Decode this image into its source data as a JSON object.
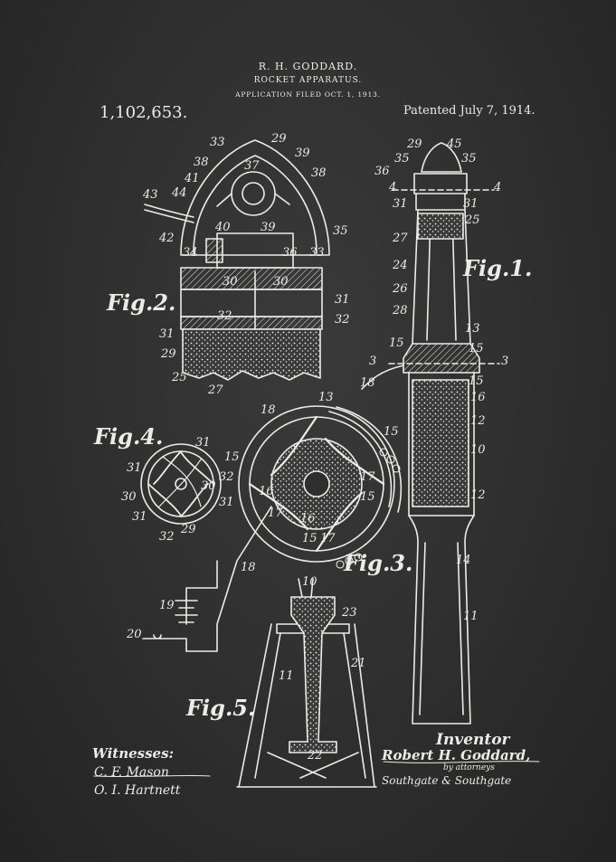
{
  "header": {
    "inventor_line": "R. H. GODDARD.",
    "title": "ROCKET APPARATUS.",
    "application": "APPLICATION FILED OCT. 1, 1913."
  },
  "patent_number": "1,102,653.",
  "patented_date": "Patented July 7, 1914.",
  "figures": {
    "fig1": "Fig.1.",
    "fig2": "Fig.2.",
    "fig3": "Fig.3.",
    "fig4": "Fig.4.",
    "fig5": "Fig.5."
  },
  "witnesses": {
    "heading": "Witnesses:",
    "names": [
      "C. F. Mason",
      "O. I. Hartnett"
    ]
  },
  "inventor": {
    "heading": "Inventor",
    "name": "Robert H. Goddard,",
    "by_line": "by attorneys",
    "attorneys": "Southgate & Southgate"
  },
  "reference_labels": [
    {
      "text": "33"
    },
    {
      "text": "29"
    },
    {
      "text": "39"
    },
    {
      "text": "38"
    },
    {
      "text": "38"
    },
    {
      "text": "41"
    },
    {
      "text": "37"
    },
    {
      "text": "43"
    },
    {
      "text": "44"
    },
    {
      "text": "40"
    },
    {
      "text": "39"
    },
    {
      "text": "35"
    },
    {
      "text": "42"
    },
    {
      "text": "34"
    },
    {
      "text": "36"
    },
    {
      "text": "33"
    },
    {
      "text": "30"
    },
    {
      "text": "30"
    },
    {
      "text": "31"
    },
    {
      "text": "32"
    },
    {
      "text": "31"
    },
    {
      "text": "32"
    },
    {
      "text": "29"
    },
    {
      "text": "25"
    },
    {
      "text": "27"
    },
    {
      "text": "29"
    },
    {
      "text": "45"
    },
    {
      "text": "35"
    },
    {
      "text": "35"
    },
    {
      "text": "36"
    },
    {
      "text": "4"
    },
    {
      "text": "4"
    },
    {
      "text": "31"
    },
    {
      "text": "31"
    },
    {
      "text": "25"
    },
    {
      "text": "27"
    },
    {
      "text": "24"
    },
    {
      "text": "26"
    },
    {
      "text": "28"
    },
    {
      "text": "13"
    },
    {
      "text": "15"
    },
    {
      "text": "15"
    },
    {
      "text": "3"
    },
    {
      "text": "3"
    },
    {
      "text": "15"
    },
    {
      "text": "16"
    },
    {
      "text": "18"
    },
    {
      "text": "12"
    },
    {
      "text": "10"
    },
    {
      "text": "12"
    },
    {
      "text": "14"
    },
    {
      "text": "11"
    },
    {
      "text": "18"
    },
    {
      "text": "13"
    },
    {
      "text": "15"
    },
    {
      "text": "15"
    },
    {
      "text": "16"
    },
    {
      "text": "17"
    },
    {
      "text": "15"
    },
    {
      "text": "17"
    },
    {
      "text": "16"
    },
    {
      "text": "15"
    },
    {
      "text": "17"
    },
    {
      "text": "31"
    },
    {
      "text": "31"
    },
    {
      "text": "32"
    },
    {
      "text": "30"
    },
    {
      "text": "30"
    },
    {
      "text": "31"
    },
    {
      "text": "31"
    },
    {
      "text": "32"
    },
    {
      "text": "29"
    },
    {
      "text": "18"
    },
    {
      "text": "19"
    },
    {
      "text": "20"
    },
    {
      "text": "10"
    },
    {
      "text": "23"
    },
    {
      "text": "11"
    },
    {
      "text": "21"
    },
    {
      "text": "22"
    }
  ],
  "colors": {
    "board": "#2e2e2e",
    "chalk": "#ecece6"
  }
}
